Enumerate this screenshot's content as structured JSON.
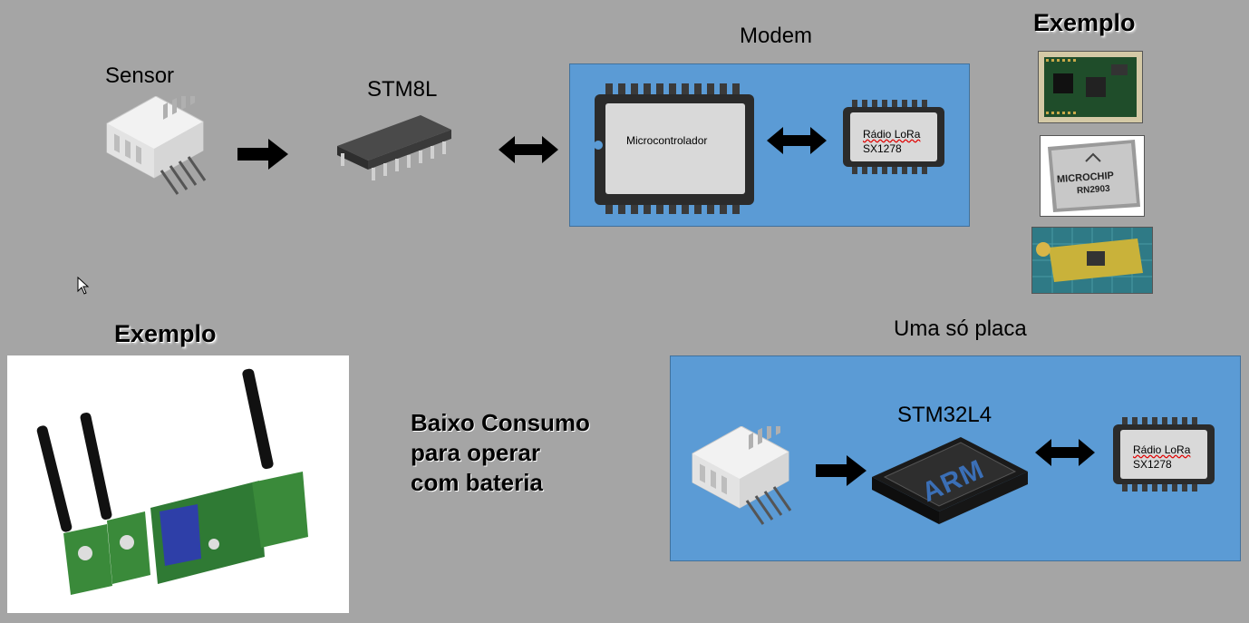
{
  "top": {
    "sensor_label": "Sensor",
    "mcu_label": "STM8L",
    "modem_title": "Modem",
    "modem_mcu_chip": "Microcontrolador",
    "radio_line1": "Rádio LoRa",
    "radio_line2": "SX1278",
    "example_label": "Exemplo",
    "module_brand": "MICROCHIP",
    "module_model": "RN2903"
  },
  "bottom": {
    "example_label": "Exemplo",
    "low_power_lines": [
      "Baixo Consumo",
      "para operar",
      "com bateria"
    ],
    "single_board_title": "Uma só placa",
    "mcu_label": "STM32L4",
    "arm_logo": "ARM",
    "radio_line1": "Rádio LoRa",
    "radio_line2": "SX1278"
  },
  "colors": {
    "background": "#a5a5a5",
    "panel_blue": "#5b9bd5",
    "chip_body": "#2b2b2b",
    "chip_face": "#d9d9d9"
  },
  "icons": [
    "sensor-icon",
    "dip-chip-icon",
    "arrow-right-icon",
    "double-arrow-icon",
    "arm-processor-icon",
    "cursor-icon"
  ]
}
